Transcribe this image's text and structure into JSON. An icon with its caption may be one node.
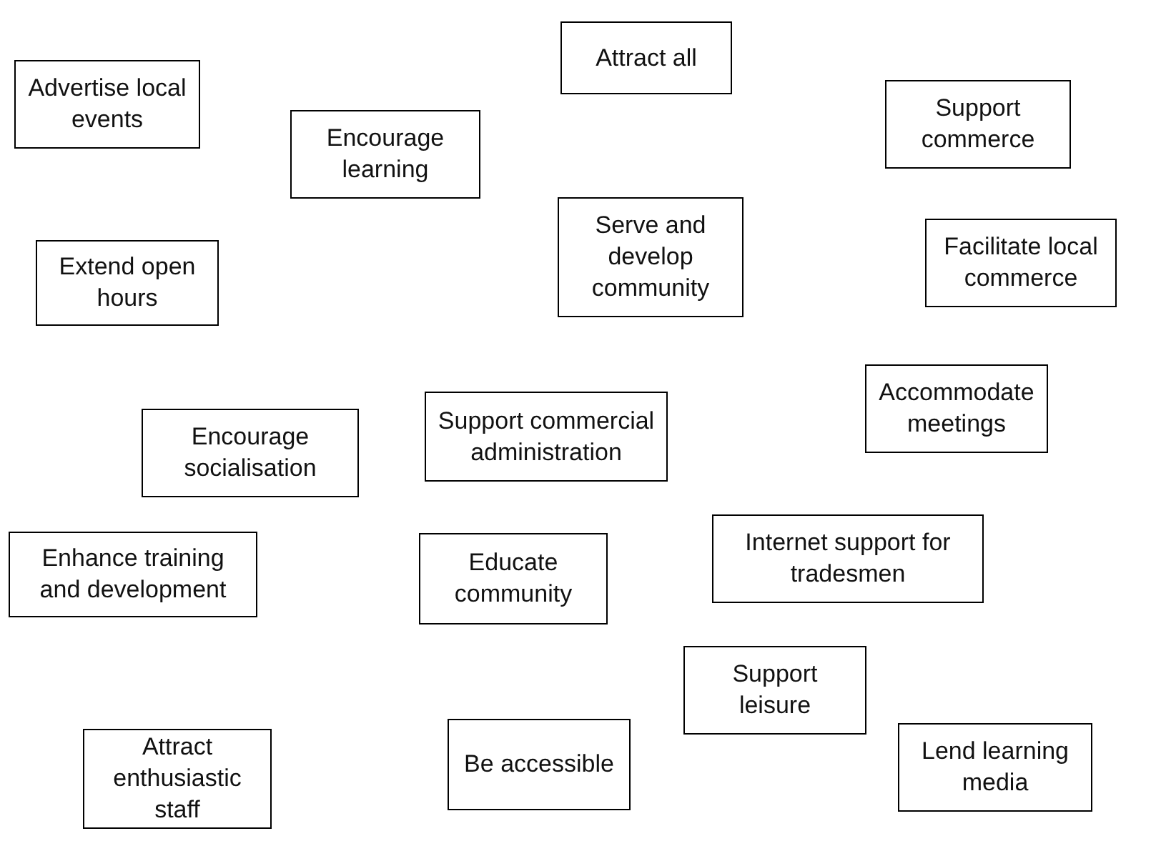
{
  "diagram": {
    "nodes": [
      {
        "text": [
          "Attract all"
        ]
      },
      {
        "text": [
          "Advertise local events"
        ]
      },
      {
        "text": [
          "Support commerce"
        ]
      },
      {
        "text": [
          "Encourage learning"
        ]
      },
      {
        "text": [
          "Serve and develop community"
        ]
      },
      {
        "text": [
          "Facilitate local commerce"
        ]
      },
      {
        "text": [
          "Extend open hours"
        ]
      },
      {
        "text": [
          "Accommodate meetings"
        ]
      },
      {
        "text": [
          "Support commercial administration"
        ]
      },
      {
        "text": [
          "Encourage socialisation"
        ]
      },
      {
        "text": [
          "Internet support for tradesmen"
        ]
      },
      {
        "text": [
          "Enhance training and development"
        ]
      },
      {
        "text": [
          "Educate community"
        ]
      },
      {
        "text": [
          "Support leisure"
        ]
      },
      {
        "text": [
          "Attract enthusiastic staff"
        ]
      },
      {
        "text": [
          "Be accessible"
        ]
      },
      {
        "text": [
          "Lend learning media"
        ]
      }
    ]
  }
}
